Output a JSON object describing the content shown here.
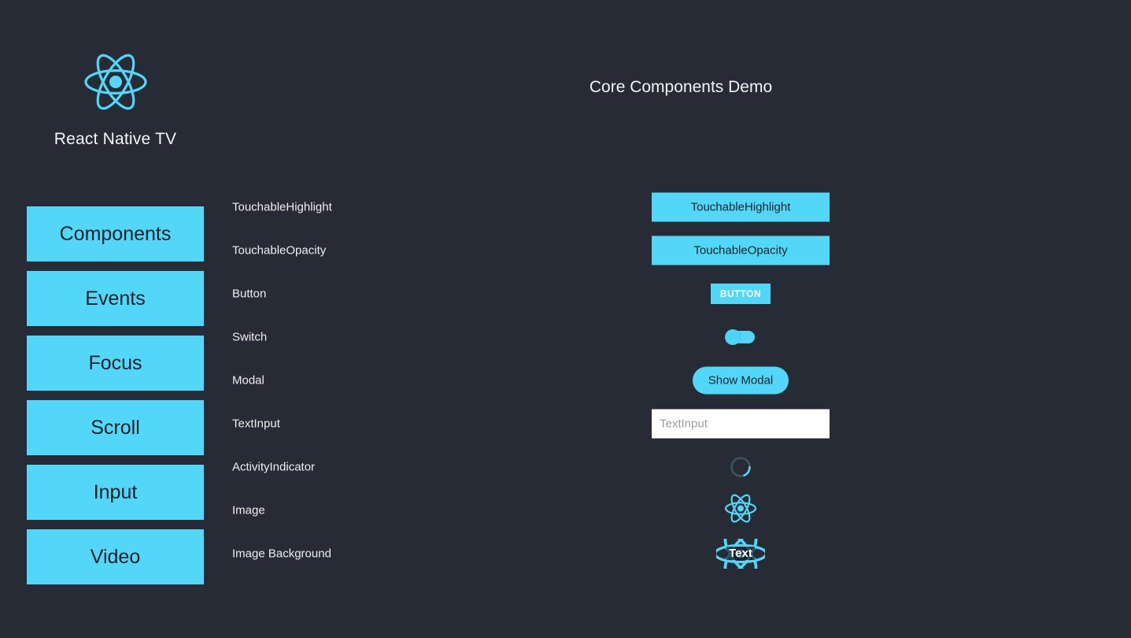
{
  "theme": {
    "background": "#272b35",
    "accent": "#53d7f9",
    "text_primary": "#f2f3f5",
    "text_on_accent": "#1f2229",
    "input_background": "#ffffff",
    "placeholder": "#9a9ea6"
  },
  "sidebar": {
    "logo_icon": "react-logo-icon",
    "brand_title": "React Native TV",
    "items": [
      {
        "label": "Components"
      },
      {
        "label": "Events"
      },
      {
        "label": "Focus"
      },
      {
        "label": "Scroll"
      },
      {
        "label": "Input"
      },
      {
        "label": "Video"
      }
    ]
  },
  "main": {
    "title": "Core Components Demo",
    "rows": [
      {
        "label": "TouchableHighlight",
        "widget": "touchable-highlight",
        "widget_label": "TouchableHighlight"
      },
      {
        "label": "TouchableOpacity",
        "widget": "touchable-opacity",
        "widget_label": "TouchableOpacity"
      },
      {
        "label": "Button",
        "widget": "button",
        "widget_label": "BUTTON"
      },
      {
        "label": "Switch",
        "widget": "switch",
        "widget_value": "off"
      },
      {
        "label": "Modal",
        "widget": "modal-button",
        "widget_label": "Show Modal"
      },
      {
        "label": "TextInput",
        "widget": "text-input",
        "widget_value": "",
        "placeholder": "TextInput"
      },
      {
        "label": "ActivityIndicator",
        "widget": "activity-indicator"
      },
      {
        "label": "Image",
        "widget": "image",
        "image_icon": "react-logo-icon"
      },
      {
        "label": "Image Background",
        "widget": "image-background",
        "image_icon": "react-logo-icon",
        "overlay_text": "Text"
      }
    ]
  }
}
